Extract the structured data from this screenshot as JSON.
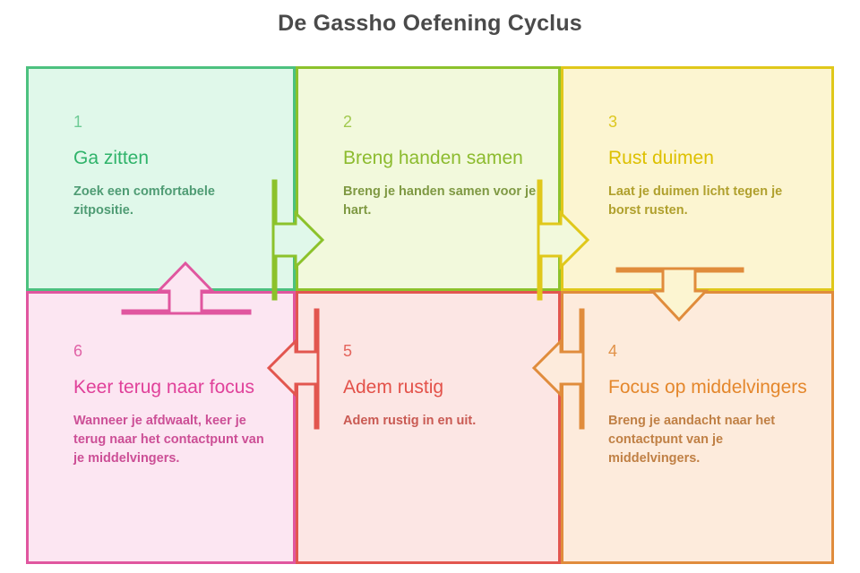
{
  "page": {
    "title": "De Gassho Oefening Cyclus",
    "background": "#ffffff",
    "title_color": "#4a4a4a"
  },
  "diagram": {
    "type": "cycle-flow",
    "rows": 2,
    "columns": 3,
    "flow_order": [
      "1",
      "2",
      "3",
      "4",
      "5",
      "6"
    ],
    "cells": [
      {
        "number": "1",
        "title": "Ga zitten",
        "description": "Zoek een comfortabele zitpositie.",
        "bg": "#e0f8ea",
        "border": "#4cc17f",
        "number_color": "#6ecb95",
        "title_color": "#2fb36a",
        "desc_color": "#4f9c74"
      },
      {
        "number": "2",
        "title": "Breng handen samen",
        "description": "Breng je handen samen voor je hart.",
        "bg": "#f2f9dc",
        "border": "#8cc22b",
        "number_color": "#a2c94f",
        "title_color": "#8cbb2e",
        "desc_color": "#7f9943"
      },
      {
        "number": "3",
        "title": "Rust duimen",
        "description": "Laat je duimen licht tegen je borst rusten.",
        "bg": "#fcf5d1",
        "border": "#e0c81a",
        "number_color": "#ddc71f",
        "title_color": "#ddc000",
        "desc_color": "#b0a02d"
      },
      {
        "number": "4",
        "title": "Focus op middelvingers",
        "description": "Breng je aandacht naar het contactpunt van je middelvingers.",
        "bg": "#fdebdc",
        "border": "#e08c3c",
        "number_color": "#e19248",
        "title_color": "#e4872c",
        "desc_color": "#c08045"
      },
      {
        "number": "5",
        "title": "Adem rustig",
        "description": "Adem rustig in en uit.",
        "bg": "#fce6e4",
        "border": "#e2564f",
        "number_color": "#e4645c",
        "title_color": "#e35149",
        "desc_color": "#c95a53"
      },
      {
        "number": "6",
        "title": "Keer terug naar focus",
        "description": "Wanneer je afdwaalt, keer je terug naar het contactpunt van je middelvingers.",
        "bg": "#fce6f2",
        "border": "#e0569f",
        "number_color": "#e062a6",
        "title_color": "#e0419a",
        "desc_color": "#cc4f96"
      }
    ],
    "arrows": [
      {
        "from": "1",
        "to": "2",
        "direction": "right",
        "stroke": "#8cc22b",
        "fill": "#e0f8ea"
      },
      {
        "from": "2",
        "to": "3",
        "direction": "right",
        "stroke": "#e0c81a",
        "fill": "#f2f9dc"
      },
      {
        "from": "3",
        "to": "4",
        "direction": "down",
        "stroke": "#e08c3c",
        "fill": "#fcf5d1"
      },
      {
        "from": "4",
        "to": "5",
        "direction": "left",
        "stroke": "#e08c3c",
        "fill": "#fdebdc"
      },
      {
        "from": "5",
        "to": "6",
        "direction": "left",
        "stroke": "#e2564f",
        "fill": "#fce6e4"
      },
      {
        "from": "6",
        "to": "1",
        "direction": "up",
        "stroke": "#e0569f",
        "fill": "#fce6f2"
      }
    ]
  }
}
